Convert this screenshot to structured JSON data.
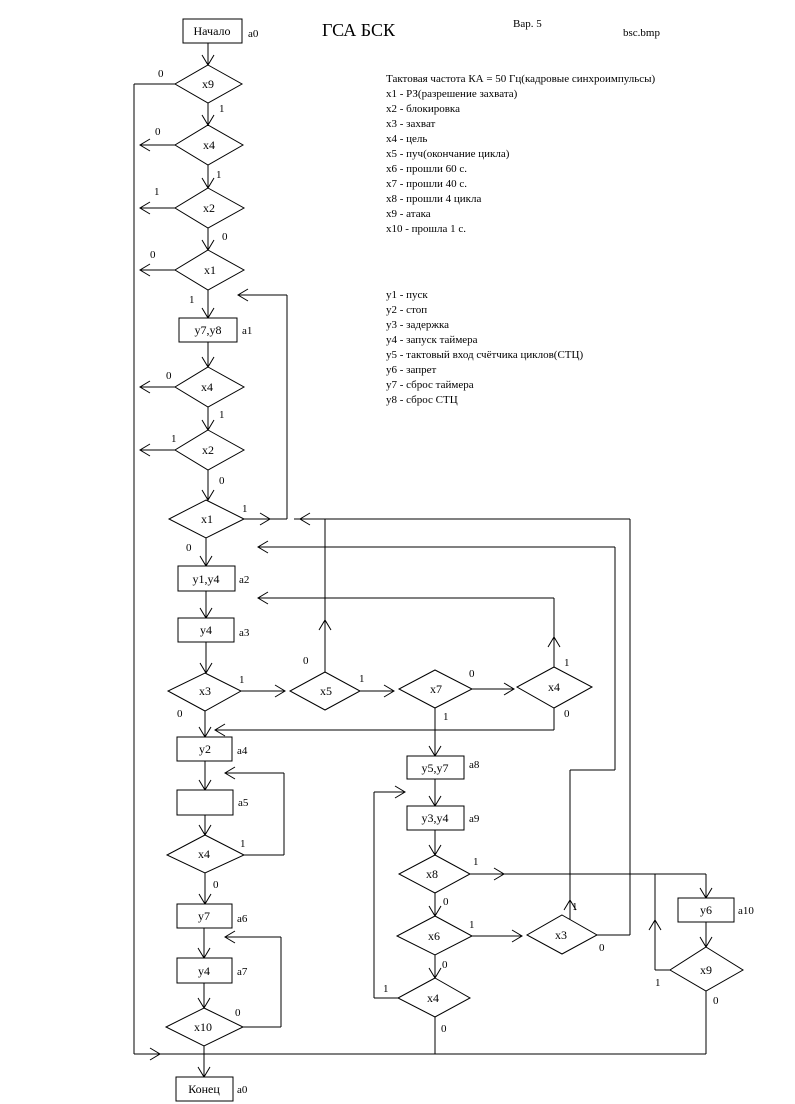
{
  "header": {
    "title": "ГСА  БСК",
    "variant": "Вар. 5",
    "file": "bsc.bmp"
  },
  "inputs_legend": [
    "Тактовая частота КА = 50 Гц(кадровые синхроимпульсы)",
    "x1 - РЗ(разрешение захвата)",
    "x2 - блокировка",
    "x3 - захват",
    "x4 - цель",
    "x5 - пуч(окончание цикла)",
    "x6 - прошли 60 с.",
    "x7 - прошли 40 с.",
    "x8 - прошли 4 цикла",
    "x9 - атака",
    "x10 - прошла 1 с."
  ],
  "outputs_legend": [
    "y1 - пуск",
    "y2 - стоп",
    "y3 - задержка",
    "y4 - запуск таймера",
    "y5 - тактовый вход счётчика циклов(СТЦ)",
    "y6 - запрет",
    "y7 - сброс таймера",
    "y8 - сброс СТЦ"
  ],
  "blocks": {
    "start": "Начало",
    "b_y7y8": "y7,y8",
    "b_y1y4": "y1,y4",
    "b_y4a": "y4",
    "b_y2": "y2",
    "b_empty": "",
    "b_y7": "y7",
    "b_y4b": "y4",
    "end": "Конец",
    "b_y5y7": "y5,y7",
    "b_y3y4": "y3,y4",
    "b_y6": "y6"
  },
  "conditions": {
    "d1": "x9",
    "d2": "x4",
    "d3": "x2",
    "d4": "x1",
    "d5": "x4",
    "d6": "x2",
    "d7": "x1",
    "d8": "x3",
    "d9": "x5",
    "d10": "x7",
    "d11": "x4",
    "d12": "x4",
    "d13": "x10",
    "d14": "x8",
    "d15": "x6",
    "d16": "x3",
    "d17": "x4",
    "d18": "x9"
  },
  "states": {
    "s_start": "a0",
    "s1": "a1",
    "s2": "a2",
    "s3": "a3",
    "s4": "a4",
    "s5": "a5",
    "s6": "a6",
    "s7": "a7",
    "s8": "a8",
    "s9": "a9",
    "s10": "a10",
    "s_end": "a0"
  },
  "edge_labels": {
    "d1_no": "0",
    "d1_yes": "1",
    "d2_no": "0",
    "d2_yes": "1",
    "d3_yes": "1",
    "d3_no": "0",
    "d4_no": "0",
    "d4_yes": "1",
    "d5_no": "0",
    "d5_yes": "1",
    "d6_yes": "1",
    "d6_no": "0",
    "d7_yes": "1",
    "d7_no": "0",
    "d8_yes": "1",
    "d8_no": "0",
    "d9_no": "0",
    "d9_yes": "1",
    "d10_no": "0",
    "d10_yes": "1",
    "d11_yes": "1",
    "d11_no": "0",
    "d12_yes": "1",
    "d12_no": "0",
    "d13_no": "0",
    "d14_yes": "1",
    "d14_no": "0",
    "d15_yes": "1",
    "d15_no": "0",
    "d16_yes": "1",
    "d16_no": "0",
    "d17_yes": "1",
    "d17_no": "0",
    "d18_yes": "1",
    "d18_no": "0"
  }
}
